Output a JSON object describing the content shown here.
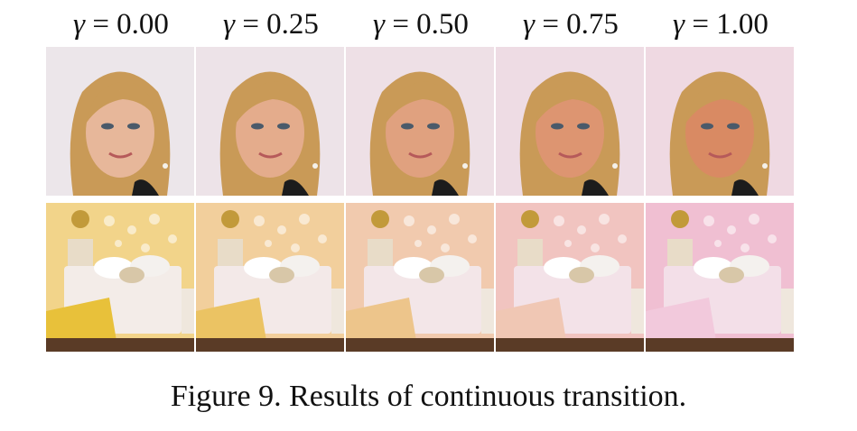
{
  "gamma_symbol": "γ",
  "gamma_values": [
    "= 0.00",
    "= 0.25",
    "= 0.50",
    "= 0.75",
    "= 1.00"
  ],
  "rows": [
    {
      "kind": "face",
      "tints": [
        0.0,
        0.25,
        0.5,
        0.75,
        1.0
      ]
    },
    {
      "kind": "bedroom",
      "tints": [
        0.0,
        0.25,
        0.5,
        0.75,
        1.0
      ]
    }
  ],
  "colors": {
    "face_start": "#e7b79a",
    "face_end": "#d98a63",
    "hair": "#c99a57",
    "room_start": "#f2d48a",
    "room_end": "#f0bfd2",
    "blanket_start": "#e8c13a",
    "blanket_end": "#f2c9dc"
  },
  "caption": "Figure 9. Results of continuous transition."
}
